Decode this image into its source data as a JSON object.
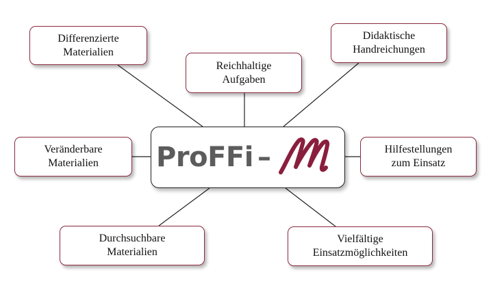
{
  "logo": {
    "text": "ProFFi",
    "dash": "–",
    "mark": "M",
    "brand_color": "#8a1f3d",
    "text_color": "#5c5c5c"
  },
  "nodes": {
    "top_left": [
      "Differenzierte",
      "Materialien"
    ],
    "top_center": [
      "Reichhaltige",
      "Aufgaben"
    ],
    "top_right": [
      "Didaktische",
      "Handreichungen"
    ],
    "mid_left": [
      "Veränderbare",
      "Materialien"
    ],
    "mid_right": [
      "Hilfestellungen",
      "zum Einsatz"
    ],
    "bottom_left": [
      "Durchsuchbare",
      "Materialien"
    ],
    "bottom_right": [
      "Vielfältige",
      "Einsatzmöglichkeiten"
    ]
  },
  "colors": {
    "node_border": "#8a2a3e",
    "center_border": "#222222",
    "connector": "#222222"
  }
}
